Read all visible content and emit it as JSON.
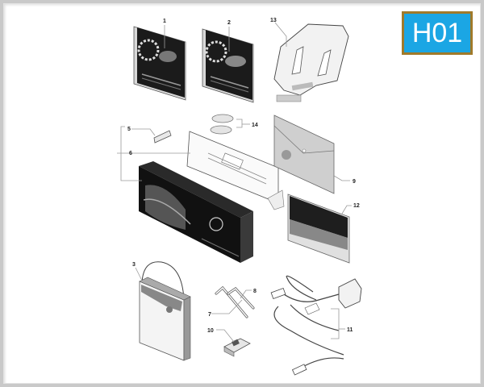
{
  "badge": {
    "code": "H01",
    "fill_color": "#1ba6e4",
    "border_color": "#a07a2a",
    "text_color": "#ffffff"
  },
  "diagram": {
    "type": "exploded-parts-diagram",
    "parts": [
      {
        "ref": "1",
        "item": "owner-manual-booklet"
      },
      {
        "ref": "2",
        "item": "owner-manual-booklet"
      },
      {
        "ref": "3",
        "item": "document-pouch-bag"
      },
      {
        "ref": "5",
        "item": "key-tag"
      },
      {
        "ref": "6",
        "item": "info-card-and-presentation-box"
      },
      {
        "ref": "7",
        "item": "allen-key"
      },
      {
        "ref": "8",
        "item": "allen-key"
      },
      {
        "ref": "9",
        "item": "document-envelope"
      },
      {
        "ref": "10",
        "item": "clip"
      },
      {
        "ref": "11",
        "item": "battery-charger-with-cables"
      },
      {
        "ref": "12",
        "item": "booklet"
      },
      {
        "ref": "13",
        "item": "mounting-plate"
      },
      {
        "ref": "14",
        "item": "stickers"
      }
    ],
    "labels": {
      "l1": "1",
      "l2": "2",
      "l3": "3",
      "l5": "5",
      "l6": "6",
      "l7": "7",
      "l8": "8",
      "l9": "9",
      "l10": "10",
      "l11": "11",
      "l12": "12",
      "l13": "13",
      "l14": "14"
    }
  }
}
